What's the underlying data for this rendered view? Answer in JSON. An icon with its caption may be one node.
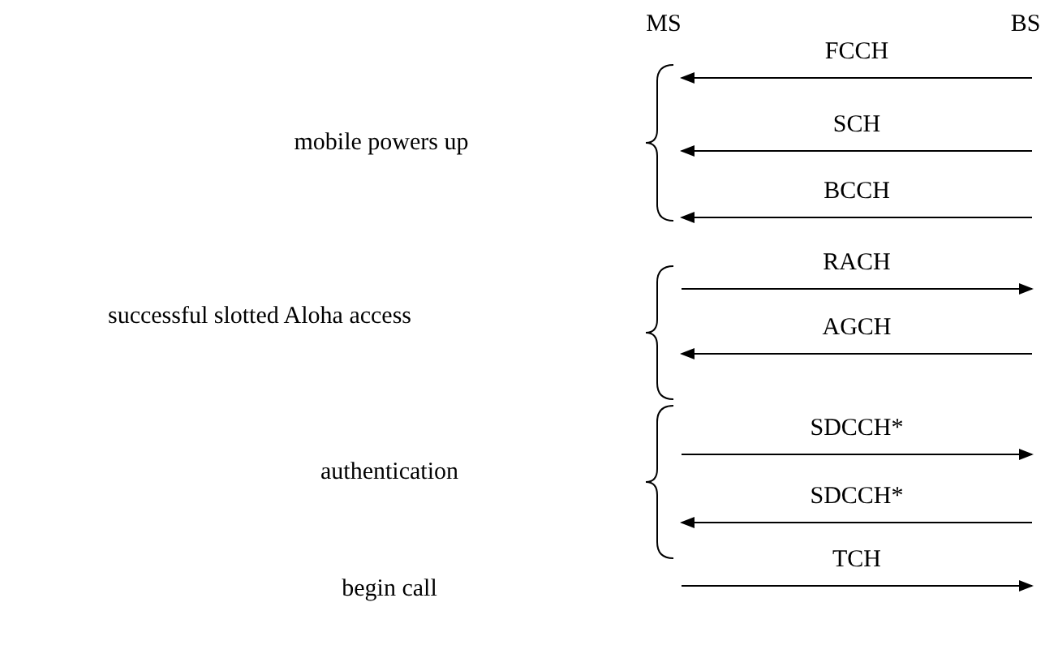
{
  "diagram": {
    "labels": [
      "MS",
      "BS",
      "FCCH",
      "SCH",
      "mobile powers up",
      "BCCH",
      "RACH",
      "successful slotted Aloha access",
      "AGCH",
      "SDCCH*",
      "authentication",
      "SDCCH*",
      "TCH",
      "begin call"
    ]
  }
}
